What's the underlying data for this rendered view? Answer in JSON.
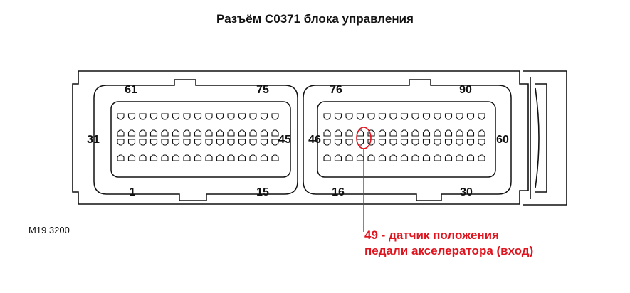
{
  "title": "Разъём C0371 блока управления",
  "figure_code": "M19 3200",
  "pin_labels": {
    "left_top_start": "61",
    "left_top_end": "75",
    "left_side_left": "31",
    "left_side_right": "45",
    "left_bottom_start": "1",
    "left_bottom_end": "15",
    "right_top_start": "76",
    "right_top_end": "90",
    "right_side_left": "46",
    "right_side_right": "60",
    "right_bottom_start": "16",
    "right_bottom_end": "30"
  },
  "callout": {
    "pin": "49",
    "line1": " - датчик положения",
    "line2": "педали акселератора (вход)",
    "color": "#e0141e"
  }
}
